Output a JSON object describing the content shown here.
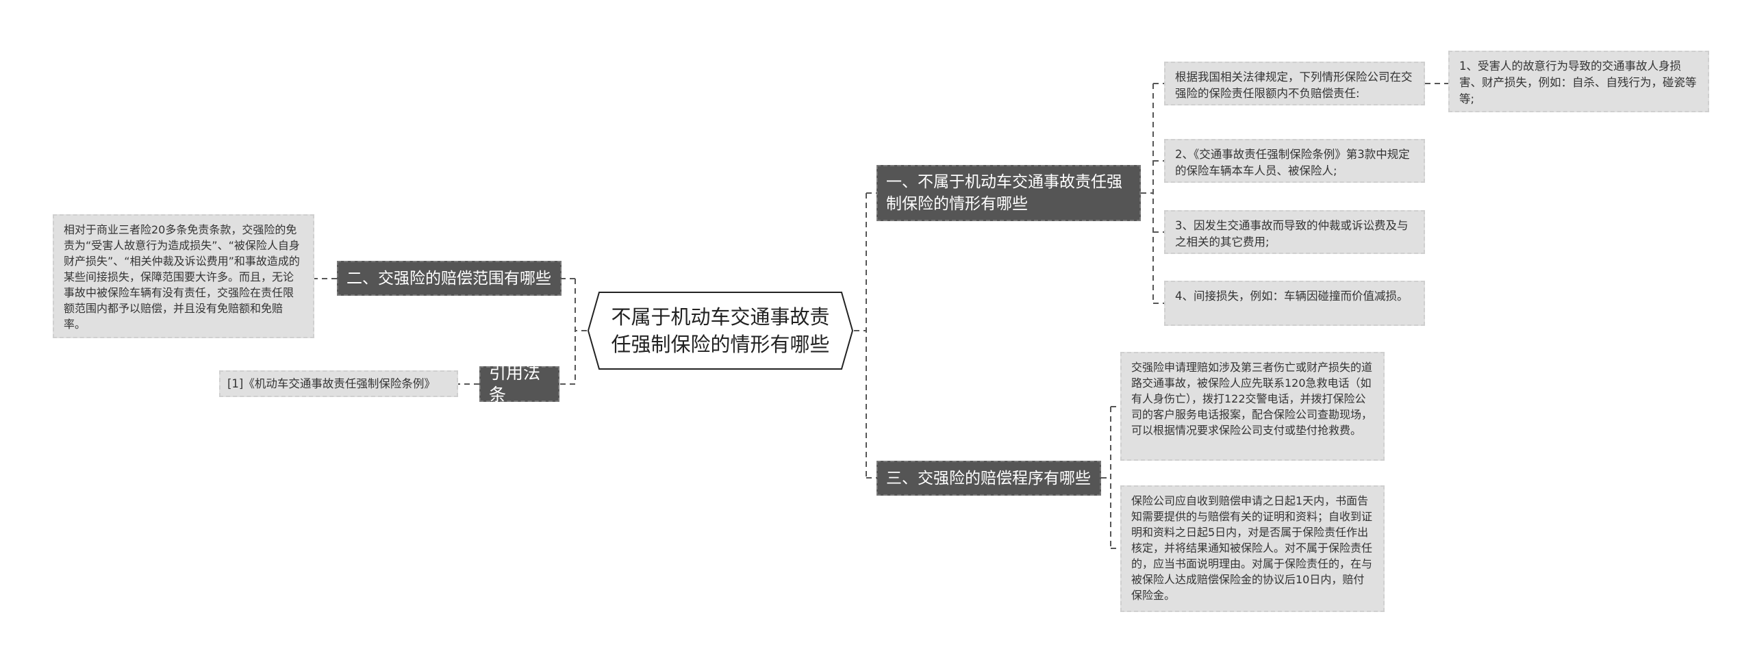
{
  "root": {
    "title": "不属于机动车交通事故责任强制保险的情形有哪些"
  },
  "branches": {
    "b1": {
      "label": "一、不属于机动车交通事故责任强制保险的情形有哪些",
      "leaves": [
        "根据我国相关法律规定，下列情形保险公司在交强险的保险责任限额内不负赔偿责任:",
        "2、《交通事故责任强制保险条例》第3款中规定的保险车辆本车人员、被保险人;",
        "3、因发生交通事故而导致的仲裁或诉讼费及与之相关的其它费用;",
        "4、间接损失，例如：车辆因碰撞而价值减损。"
      ],
      "subleaf": "1、受害人的故意行为导致的交通事故人身损害、财产损失，例如：自杀、自残行为，碰瓷等等;"
    },
    "b2": {
      "label": "二、交强险的赔偿范围有哪些",
      "leaf": "相对于商业三者险20多条免责条款，交强险的免责为“受害人故意行为造成损失”、“被保险人自身财产损失”、“相关仲裁及诉讼费用”和事故造成的某些间接损失，保障范围要大许多。而且，无论事故中被保险车辆有没有责任，交强险在责任限额范围内都予以赔偿，并且没有免赔额和免赔率。"
    },
    "b3": {
      "label": "三、交强险的赔偿程序有哪些",
      "leaves": [
        "交强险申请理赔如涉及第三者伤亡或财产损失的道路交通事故，被保险人应先联系120急救电话（如有人身伤亡），拨打122交警电话，并拨打保险公司的客户服务电话报案，配合保险公司查勘现场，可以根据情况要求保险公司支付或垫付抢救费。",
        "保险公司应自收到赔偿申请之日起1天内，书面告知需要提供的与赔偿有关的证明和资料；自收到证明和资料之日起5日内，对是否属于保险责任作出核定，并将结果通知被保险人。对不属于保险责任的，应当书面说明理由。对属于保险责任的，在与被保险人达成赔偿保险金的协议后10日内，赔付保险金。"
      ]
    },
    "ref": {
      "label": "引用法条",
      "leaf": "[1]《机动车交通事故责任强制保险条例》"
    }
  },
  "colors": {
    "dark_node": "#555555",
    "leaf_bg": "#e0e0e0",
    "line": "#555555"
  }
}
